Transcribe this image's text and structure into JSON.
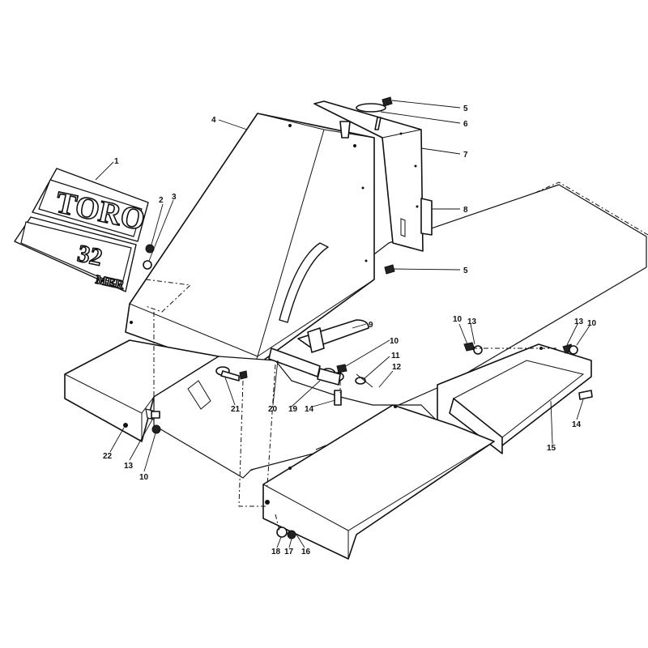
{
  "decal": {
    "brand": "TORO",
    "model_number": "32",
    "model_suffix": "MER"
  },
  "callouts": [
    {
      "id": "c1",
      "text": "1"
    },
    {
      "id": "c2",
      "text": "2"
    },
    {
      "id": "c3",
      "text": "3"
    },
    {
      "id": "c4",
      "text": "4"
    },
    {
      "id": "c5a",
      "text": "5"
    },
    {
      "id": "c6",
      "text": "6"
    },
    {
      "id": "c7",
      "text": "7"
    },
    {
      "id": "c8",
      "text": "8"
    },
    {
      "id": "c5b",
      "text": "5"
    },
    {
      "id": "c9",
      "text": "9"
    },
    {
      "id": "c10a",
      "text": "10"
    },
    {
      "id": "c11",
      "text": "11"
    },
    {
      "id": "c12",
      "text": "12"
    },
    {
      "id": "c10b",
      "text": "10"
    },
    {
      "id": "c13a",
      "text": "13"
    },
    {
      "id": "c13b",
      "text": "13"
    },
    {
      "id": "c10c",
      "text": "10"
    },
    {
      "id": "c14a",
      "text": "14"
    },
    {
      "id": "c15",
      "text": "15"
    },
    {
      "id": "c14b",
      "text": "14"
    },
    {
      "id": "c19",
      "text": "19"
    },
    {
      "id": "c20",
      "text": "20"
    },
    {
      "id": "c21",
      "text": "21"
    },
    {
      "id": "c22",
      "text": "22"
    },
    {
      "id": "c13c",
      "text": "13"
    },
    {
      "id": "c10d",
      "text": "10"
    },
    {
      "id": "c18",
      "text": "18"
    },
    {
      "id": "c17",
      "text": "17"
    },
    {
      "id": "c16",
      "text": "16"
    }
  ]
}
